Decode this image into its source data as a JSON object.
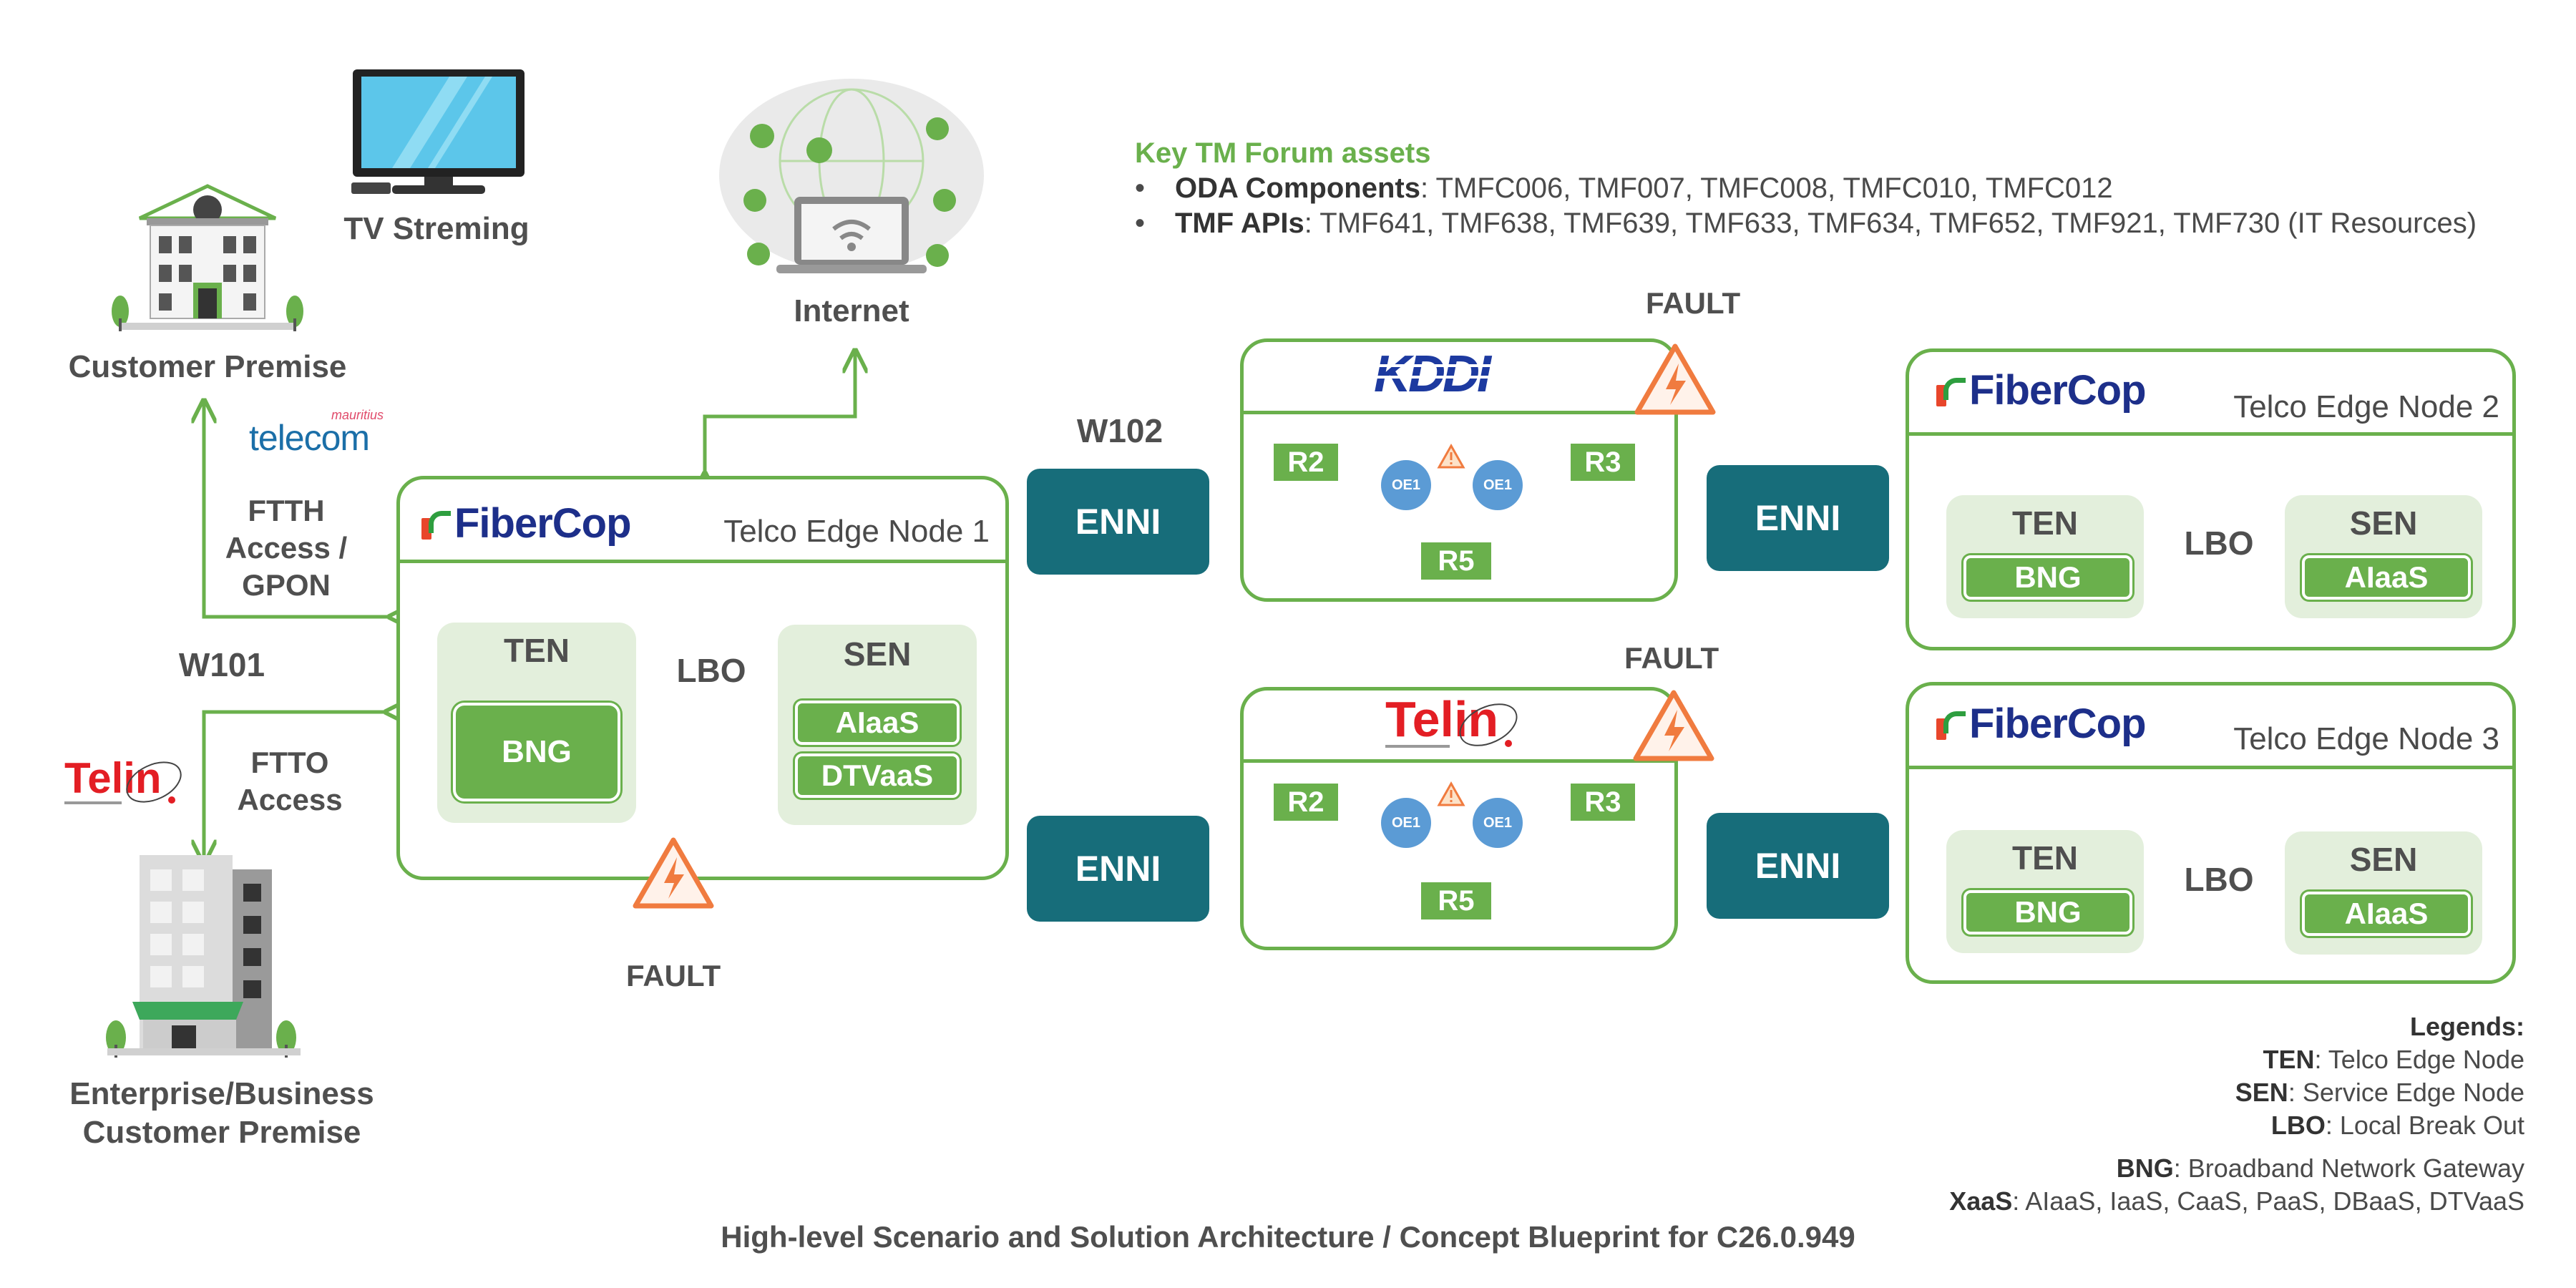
{
  "assets": {
    "heading": "Key TM Forum assets",
    "items": [
      {
        "key": "ODA Components",
        "value": ": TMFC006, TMF007, TMFC008, TMFC010, TMFC012"
      },
      {
        "key": "TMF APIs",
        "value": ": TMF641, TMF638, TMF639, TMF633, TMF634, TMF652, TMF921, TMF730 (IT Resources)"
      }
    ],
    "bullet": "•"
  },
  "left": {
    "tv_label": "TV Streming",
    "customer_premise": "Customer Premise",
    "telecom_small": "mauritius",
    "telecom_logo": "telecom",
    "ftth": [
      "FTTH",
      "Access /",
      "GPON"
    ],
    "w101": "W101",
    "telin_logo": "Telin",
    "ftto": [
      "FTTO",
      "Access"
    ],
    "enterprise": [
      "Enterprise/Business",
      "Customer Premise"
    ]
  },
  "internet_label": "Internet",
  "w102": "W102",
  "fault_label": "FAULT",
  "enni_label": "ENNI",
  "node1": {
    "brand": "FiberCop",
    "title": "Telco Edge Node 1",
    "ten": "TEN",
    "lbo": "LBO",
    "sen": "SEN",
    "bng": "BNG",
    "services": [
      "AIaaS",
      "DTVaaS"
    ]
  },
  "node2": {
    "brand": "FiberCop",
    "title": "Telco Edge Node 2",
    "ten": "TEN",
    "lbo": "LBO",
    "sen": "SEN",
    "bng": "BNG",
    "service": "AIaaS"
  },
  "node3": {
    "brand": "FiberCop",
    "title": "Telco Edge Node 3",
    "ten": "TEN",
    "lbo": "LBO",
    "sen": "SEN",
    "bng": "BNG",
    "service": "AIaaS"
  },
  "kddi": {
    "logo": "KDDI",
    "r2": "R2",
    "r3": "R3",
    "r5": "R5",
    "oe": "OE1"
  },
  "telin_net": {
    "logo": "Telin",
    "r2": "R2",
    "r3": "R3",
    "r5": "R5",
    "oe": "OE1"
  },
  "legend": {
    "heading": "Legends:",
    "rows": [
      {
        "key": "TEN",
        "value": ": Telco Edge Node"
      },
      {
        "key": "SEN",
        "value": ": Service Edge Node"
      },
      {
        "key": "LBO",
        "value": ": Local Break Out"
      },
      {
        "key": "BNG",
        "value": ": Broadband Network Gateway"
      },
      {
        "key": "XaaS",
        "value": ": AIaaS, IaaS, CaaS, PaaS, DBaaS, DTVaaS"
      }
    ]
  },
  "caption": "High-level Scenario and Solution Architecture / Concept Blueprint for C26.0.949",
  "colors": {
    "green": "#6ab04c",
    "teal": "#176d7a",
    "fault_orange": "#f07b3f",
    "fibercop_blue": "#1d2f8a",
    "telin_red": "#e31e24"
  }
}
